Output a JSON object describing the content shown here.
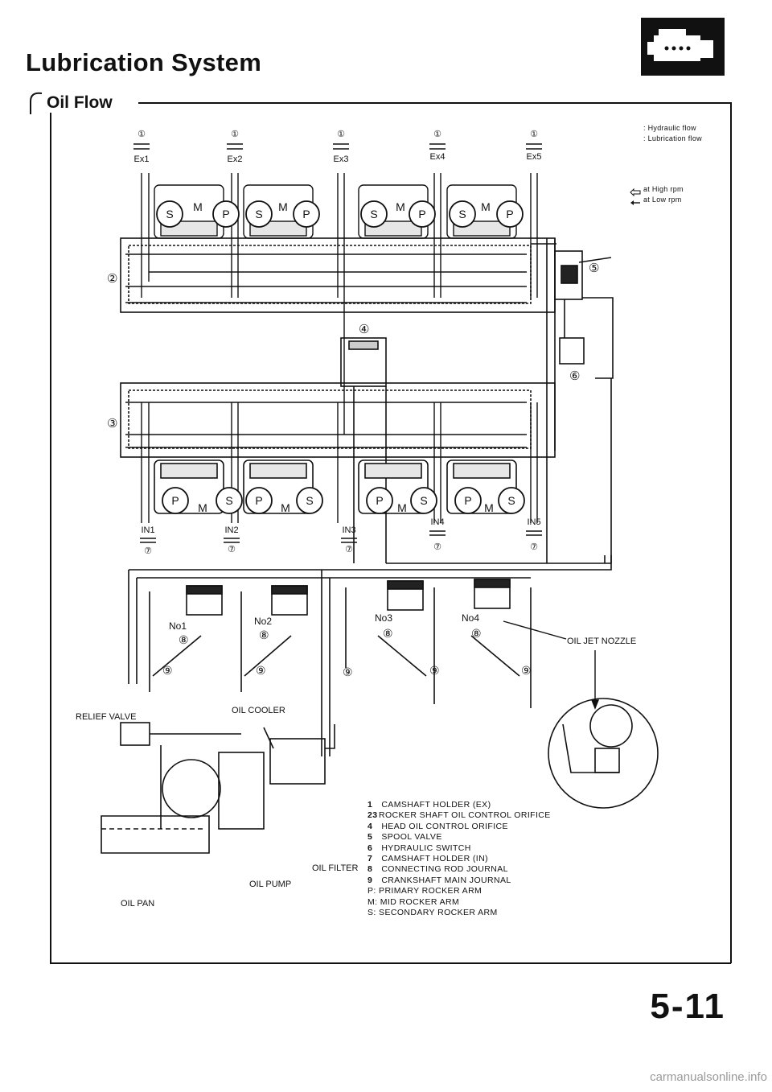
{
  "header": {
    "title": "Lubrication System",
    "section": "Oil Flow",
    "icon": "engine-icon"
  },
  "legend": {
    "hydraulic": ": Hydraulic flow",
    "lubrication": ": Lubrication flow",
    "high_rpm": "at High rpm",
    "low_rpm": "at Low rpm"
  },
  "exhaust_labels": [
    "Ex1",
    "Ex2",
    "Ex3",
    "Ex4",
    "Ex5"
  ],
  "intake_labels": [
    "IN1",
    "IN2",
    "IN3",
    "IN4",
    "IN5"
  ],
  "rocker_letters": {
    "primary": "P",
    "mid": "M",
    "secondary": "S"
  },
  "cylinders": [
    "No1",
    "No2",
    "No3",
    "No4"
  ],
  "callout_numbers": {
    "one": "①",
    "two": "②",
    "three": "③",
    "four": "④",
    "five": "⑤",
    "six": "⑥",
    "seven": "⑦",
    "eight": "⑧",
    "nine": "⑨"
  },
  "labels": {
    "oil_jet_nozzle": "OIL JET NOZZLE",
    "relief_valve": "RELIEF VALVE",
    "oil_cooler": "OIL COOLER",
    "oil_filter": "OIL FILTER",
    "oil_pump": "OIL PUMP",
    "oil_pan": "OIL PAN"
  },
  "key": [
    {
      "num": "1",
      "text": "CAMSHAFT HOLDER (EX)"
    },
    {
      "num": "23",
      "text": "ROCKER SHAFT OIL CONTROL ORIFICE"
    },
    {
      "num": "4",
      "text": "HEAD OIL CONTROL ORIFICE"
    },
    {
      "num": "5",
      "text": "SPOOL VALVE"
    },
    {
      "num": "6",
      "text": "HYDRAULIC SWITCH"
    },
    {
      "num": "7",
      "text": "CAMSHAFT HOLDER (IN)"
    },
    {
      "num": "8",
      "text": "CONNECTING ROD JOURNAL"
    },
    {
      "num": "9",
      "text": "CRANKSHAFT MAIN JOURNAL"
    }
  ],
  "key_abbrev": [
    "P: PRIMARY ROCKER ARM",
    "M: MID ROCKER ARM",
    "S: SECONDARY ROCKER ARM"
  ],
  "page_number": "5-11",
  "footer": "carmanualsonline.info"
}
